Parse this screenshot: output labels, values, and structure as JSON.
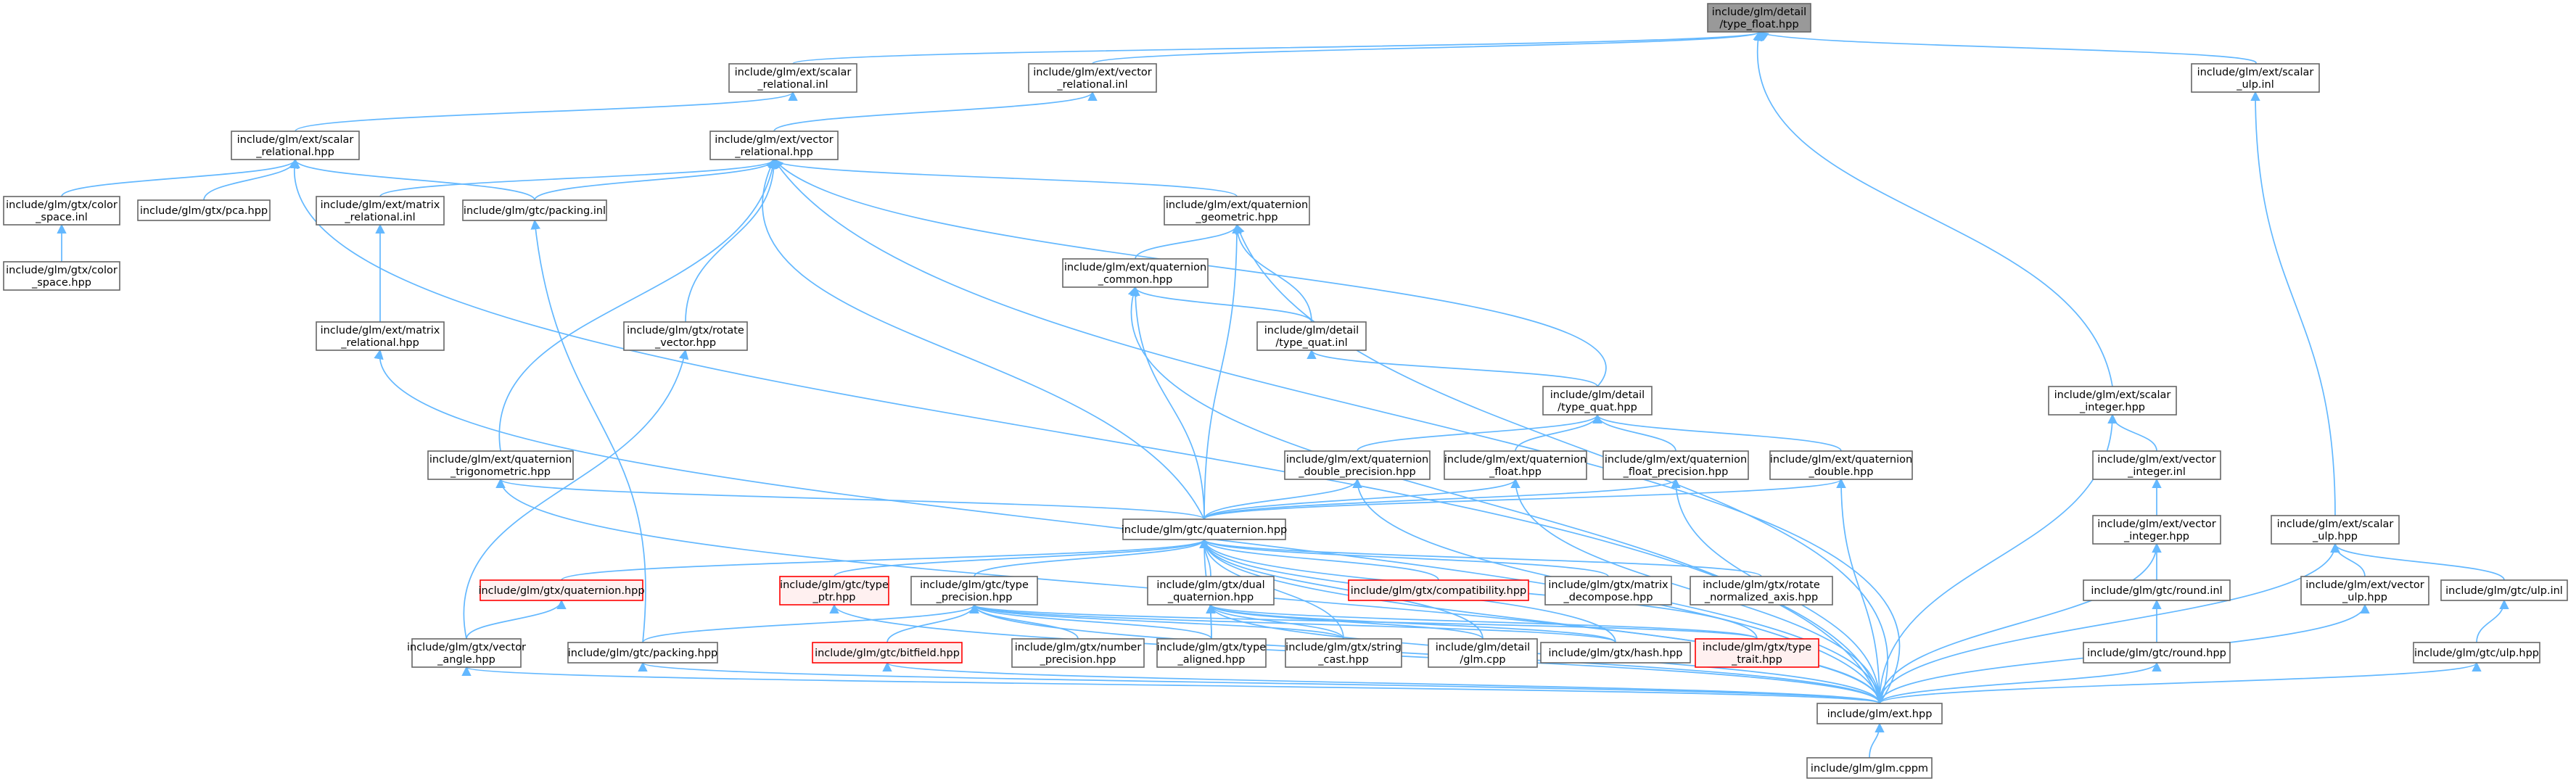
{
  "colors": {
    "edge": "#63b8ff",
    "node_border": "#666666",
    "node_fill": "#ffffff",
    "root_fill": "#999999",
    "root_border": "#666666",
    "incomplete_border": "#ff0000",
    "incomplete_fill": "#fff0f0",
    "text": "#000000"
  },
  "nodes": {
    "root": {
      "lines": [
        "include/glm/detail",
        "/type_float.hpp"
      ],
      "kind": "root"
    },
    "scalar_rel_inl": {
      "lines": [
        "include/glm/ext/scalar",
        "_relational.inl"
      ]
    },
    "vector_rel_inl": {
      "lines": [
        "include/glm/ext/vector",
        "_relational.inl"
      ]
    },
    "scalar_ulp_inl": {
      "lines": [
        "include/glm/ext/scalar",
        "_ulp.inl"
      ]
    },
    "scalar_rel_hpp": {
      "lines": [
        "include/glm/ext/scalar",
        "_relational.hpp"
      ]
    },
    "vector_rel_hpp": {
      "lines": [
        "include/glm/ext/vector",
        "_relational.hpp"
      ]
    },
    "color_space_inl": {
      "lines": [
        "include/glm/gtx/color",
        "_space.inl"
      ]
    },
    "pca": {
      "lines": [
        "include/glm/gtx/pca.hpp"
      ]
    },
    "matrix_rel_inl": {
      "lines": [
        "include/glm/ext/matrix",
        "_relational.inl"
      ]
    },
    "packing_inl": {
      "lines": [
        "include/glm/gtc/packing.inl"
      ]
    },
    "quat_geometric": {
      "lines": [
        "include/glm/ext/quaternion",
        "_geometric.hpp"
      ]
    },
    "color_space_hpp": {
      "lines": [
        "include/glm/gtx/color",
        "_space.hpp"
      ]
    },
    "quat_common": {
      "lines": [
        "include/glm/ext/quaternion",
        "_common.hpp"
      ]
    },
    "matrix_rel_hpp": {
      "lines": [
        "include/glm/ext/matrix",
        "_relational.hpp"
      ]
    },
    "rotate_vector": {
      "lines": [
        "include/glm/gtx/rotate",
        "_vector.hpp"
      ]
    },
    "type_quat_inl": {
      "lines": [
        "include/glm/detail",
        "/type_quat.inl"
      ]
    },
    "type_quat_hpp": {
      "lines": [
        "include/glm/detail",
        "/type_quat.hpp"
      ]
    },
    "scalar_integer": {
      "lines": [
        "include/glm/ext/scalar",
        "_integer.hpp"
      ]
    },
    "quat_trig": {
      "lines": [
        "include/glm/ext/quaternion",
        "_trigonometric.hpp"
      ]
    },
    "quat_double_prec": {
      "lines": [
        "include/glm/ext/quaternion",
        "_double_precision.hpp"
      ]
    },
    "quat_float": {
      "lines": [
        "include/glm/ext/quaternion",
        "_float.hpp"
      ]
    },
    "quat_float_prec": {
      "lines": [
        "include/glm/ext/quaternion",
        "_float_precision.hpp"
      ]
    },
    "quat_double": {
      "lines": [
        "include/glm/ext/quaternion",
        "_double.hpp"
      ]
    },
    "vector_integer_inl": {
      "lines": [
        "include/glm/ext/vector",
        "_integer.inl"
      ]
    },
    "gtc_quaternion": {
      "lines": [
        "include/glm/gtc/quaternion.hpp"
      ]
    },
    "vector_integer_hpp": {
      "lines": [
        "include/glm/ext/vector",
        "_integer.hpp"
      ]
    },
    "scalar_ulp_hpp": {
      "lines": [
        "include/glm/ext/scalar",
        "_ulp.hpp"
      ]
    },
    "gtx_quaternion": {
      "lines": [
        "include/glm/gtx/quaternion.hpp"
      ],
      "kind": "incomplete"
    },
    "type_ptr": {
      "lines": [
        "include/glm/gtc/type",
        "_ptr.hpp"
      ],
      "kind": "incomplete"
    },
    "type_precision": {
      "lines": [
        "include/glm/gtc/type",
        "_precision.hpp"
      ]
    },
    "dual_quat": {
      "lines": [
        "include/glm/gtx/dual",
        "_quaternion.hpp"
      ]
    },
    "compatibility": {
      "lines": [
        "include/glm/gtx/compatibility.hpp"
      ],
      "kind": "incomplete"
    },
    "matrix_decompose": {
      "lines": [
        "include/glm/gtx/matrix",
        "_decompose.hpp"
      ]
    },
    "rotate_norm_axis": {
      "lines": [
        "include/glm/gtx/rotate",
        "_normalized_axis.hpp"
      ]
    },
    "round_inl": {
      "lines": [
        "include/glm/gtc/round.inl"
      ]
    },
    "vector_ulp": {
      "lines": [
        "include/glm/ext/vector",
        "_ulp.hpp"
      ]
    },
    "gtc_ulp_inl": {
      "lines": [
        "include/glm/gtc/ulp.inl"
      ]
    },
    "vector_angle": {
      "lines": [
        "include/glm/gtx/vector",
        "_angle.hpp"
      ]
    },
    "gtc_packing": {
      "lines": [
        "include/glm/gtc/packing.hpp"
      ]
    },
    "bitfield": {
      "lines": [
        "include/glm/gtc/bitfield.hpp"
      ],
      "kind": "incomplete"
    },
    "number_prec": {
      "lines": [
        "include/glm/gtx/number",
        "_precision.hpp"
      ]
    },
    "type_aligned": {
      "lines": [
        "include/glm/gtx/type",
        "_aligned.hpp"
      ]
    },
    "string_cast": {
      "lines": [
        "include/glm/gtx/string",
        "_cast.hpp"
      ]
    },
    "glm_cpp": {
      "lines": [
        "include/glm/detail",
        "/glm.cpp"
      ]
    },
    "hash": {
      "lines": [
        "include/glm/gtx/hash.hpp"
      ]
    },
    "type_trait": {
      "lines": [
        "include/glm/gtx/type",
        "_trait.hpp"
      ],
      "kind": "incomplete"
    },
    "round_hpp": {
      "lines": [
        "include/glm/gtc/round.hpp"
      ]
    },
    "gtc_ulp_hpp": {
      "lines": [
        "include/glm/gtc/ulp.hpp"
      ]
    },
    "ext_hpp": {
      "lines": [
        "include/glm/ext.hpp"
      ]
    },
    "glm_cppm": {
      "lines": [
        "include/glm/glm.cppm"
      ]
    }
  },
  "edges": [
    [
      "scalar_rel_inl",
      "root"
    ],
    [
      "vector_rel_inl",
      "root"
    ],
    [
      "scalar_ulp_inl",
      "root"
    ],
    [
      "scalar_integer",
      "root"
    ],
    [
      "scalar_rel_hpp",
      "scalar_rel_inl"
    ],
    [
      "vector_rel_hpp",
      "vector_rel_inl"
    ],
    [
      "color_space_inl",
      "scalar_rel_hpp"
    ],
    [
      "pca",
      "scalar_rel_hpp"
    ],
    [
      "packing_inl",
      "scalar_rel_hpp"
    ],
    [
      "ext_hpp",
      "scalar_rel_hpp"
    ],
    [
      "matrix_rel_inl",
      "vector_rel_hpp"
    ],
    [
      "packing_inl",
      "vector_rel_hpp"
    ],
    [
      "quat_geometric",
      "vector_rel_hpp"
    ],
    [
      "rotate_vector",
      "vector_rel_hpp"
    ],
    [
      "quat_trig",
      "vector_rel_hpp"
    ],
    [
      "gtc_quaternion",
      "vector_rel_hpp"
    ],
    [
      "type_quat_hpp",
      "vector_rel_hpp"
    ],
    [
      "ext_hpp",
      "vector_rel_hpp"
    ],
    [
      "color_space_hpp",
      "color_space_inl"
    ],
    [
      "matrix_rel_hpp",
      "matrix_rel_inl"
    ],
    [
      "gtc_packing",
      "packing_inl"
    ],
    [
      "quat_common",
      "quat_geometric"
    ],
    [
      "type_quat_inl",
      "quat_geometric"
    ],
    [
      "gtc_quaternion",
      "quat_geometric"
    ],
    [
      "ext_hpp",
      "quat_geometric"
    ],
    [
      "type_quat_inl",
      "quat_common"
    ],
    [
      "gtc_quaternion",
      "quat_common"
    ],
    [
      "ext_hpp",
      "quat_common"
    ],
    [
      "ext_hpp",
      "matrix_rel_hpp"
    ],
    [
      "vector_angle",
      "rotate_vector"
    ],
    [
      "type_quat_hpp",
      "type_quat_inl"
    ],
    [
      "quat_double_prec",
      "type_quat_hpp"
    ],
    [
      "quat_float",
      "type_quat_hpp"
    ],
    [
      "quat_float_prec",
      "type_quat_hpp"
    ],
    [
      "quat_double",
      "type_quat_hpp"
    ],
    [
      "vector_integer_inl",
      "scalar_integer"
    ],
    [
      "ext_hpp",
      "scalar_integer"
    ],
    [
      "scalar_ulp_hpp",
      "scalar_ulp_inl"
    ],
    [
      "gtc_quaternion",
      "quat_trig"
    ],
    [
      "ext_hpp",
      "quat_trig"
    ],
    [
      "gtc_quaternion",
      "quat_double_prec"
    ],
    [
      "ext_hpp",
      "quat_double_prec"
    ],
    [
      "gtc_quaternion",
      "quat_float"
    ],
    [
      "ext_hpp",
      "quat_float"
    ],
    [
      "gtc_quaternion",
      "quat_float_prec"
    ],
    [
      "ext_hpp",
      "quat_float_prec"
    ],
    [
      "gtc_quaternion",
      "quat_double"
    ],
    [
      "ext_hpp",
      "quat_double"
    ],
    [
      "vector_integer_hpp",
      "vector_integer_inl"
    ],
    [
      "gtx_quaternion",
      "gtc_quaternion"
    ],
    [
      "type_ptr",
      "gtc_quaternion"
    ],
    [
      "type_precision",
      "gtc_quaternion"
    ],
    [
      "dual_quat",
      "gtc_quaternion"
    ],
    [
      "compatibility",
      "gtc_quaternion"
    ],
    [
      "matrix_decompose",
      "gtc_quaternion"
    ],
    [
      "rotate_norm_axis",
      "gtc_quaternion"
    ],
    [
      "type_aligned",
      "gtc_quaternion"
    ],
    [
      "string_cast",
      "gtc_quaternion"
    ],
    [
      "glm_cpp",
      "gtc_quaternion"
    ],
    [
      "hash",
      "gtc_quaternion"
    ],
    [
      "type_trait",
      "gtc_quaternion"
    ],
    [
      "ext_hpp",
      "gtc_quaternion"
    ],
    [
      "round_inl",
      "vector_integer_hpp"
    ],
    [
      "ext_hpp",
      "vector_integer_hpp"
    ],
    [
      "vector_ulp",
      "scalar_ulp_hpp"
    ],
    [
      "gtc_ulp_inl",
      "scalar_ulp_hpp"
    ],
    [
      "ext_hpp",
      "scalar_ulp_hpp"
    ],
    [
      "vector_angle",
      "gtx_quaternion"
    ],
    [
      "ext_hpp",
      "type_ptr"
    ],
    [
      "gtc_packing",
      "type_precision"
    ],
    [
      "bitfield",
      "type_precision"
    ],
    [
      "number_prec",
      "type_precision"
    ],
    [
      "type_aligned",
      "type_precision"
    ],
    [
      "string_cast",
      "type_precision"
    ],
    [
      "hash",
      "type_precision"
    ],
    [
      "type_trait",
      "type_precision"
    ],
    [
      "ext_hpp",
      "type_precision"
    ],
    [
      "type_aligned",
      "dual_quat"
    ],
    [
      "string_cast",
      "dual_quat"
    ],
    [
      "glm_cpp",
      "dual_quat"
    ],
    [
      "hash",
      "dual_quat"
    ],
    [
      "type_trait",
      "dual_quat"
    ],
    [
      "ext_hpp",
      "dual_quat"
    ],
    [
      "round_hpp",
      "round_inl"
    ],
    [
      "ext_hpp",
      "vector_ulp"
    ],
    [
      "gtc_ulp_hpp",
      "gtc_ulp_inl"
    ],
    [
      "ext_hpp",
      "vector_angle"
    ],
    [
      "ext_hpp",
      "gtc_packing"
    ],
    [
      "ext_hpp",
      "bitfield"
    ],
    [
      "ext_hpp",
      "round_hpp"
    ],
    [
      "ext_hpp",
      "gtc_ulp_hpp"
    ],
    [
      "glm_cppm",
      "ext_hpp"
    ]
  ]
}
